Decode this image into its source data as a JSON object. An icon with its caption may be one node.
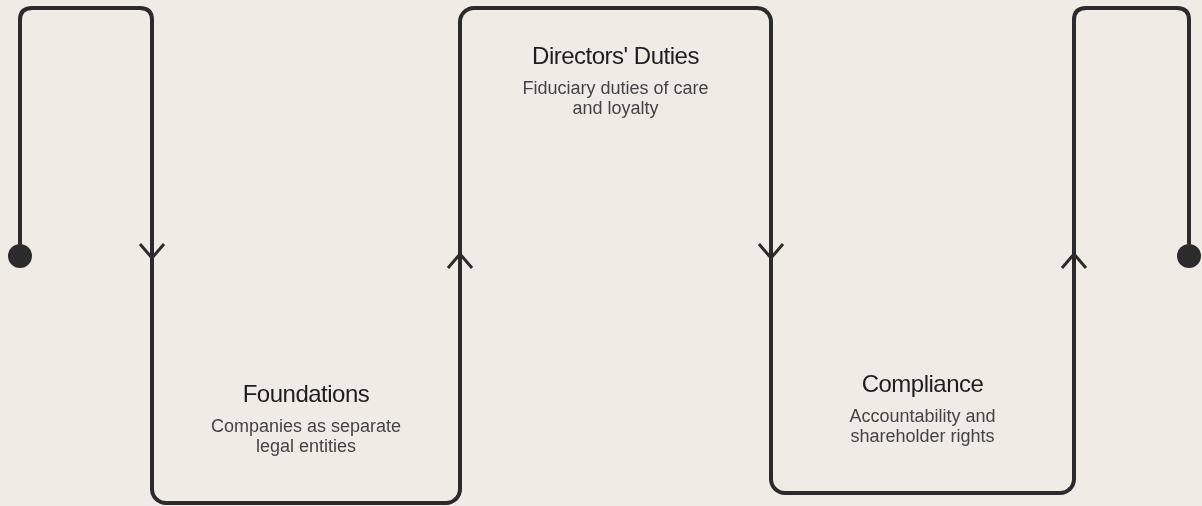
{
  "diagram": {
    "nodes": [
      {
        "text": [],
        "shape": "circle"
      },
      {
        "text": [
          "Foundations",
          "Companies as separate legal entities"
        ]
      },
      {
        "text": [
          "Directors' Duties",
          "Fiduciary duties of care and loyalty"
        ]
      },
      {
        "text": [
          "Compliance",
          "Accountability and shareholder rights"
        ]
      },
      {
        "text": [],
        "shape": "circle"
      }
    ],
    "edges": [
      {
        "from": 0,
        "to": 1,
        "arrow": "to"
      },
      {
        "from": 1,
        "to": 2,
        "arrow": "to"
      },
      {
        "from": 2,
        "to": 3,
        "arrow": "to"
      },
      {
        "from": 3,
        "to": 4,
        "arrow": "to"
      }
    ]
  }
}
